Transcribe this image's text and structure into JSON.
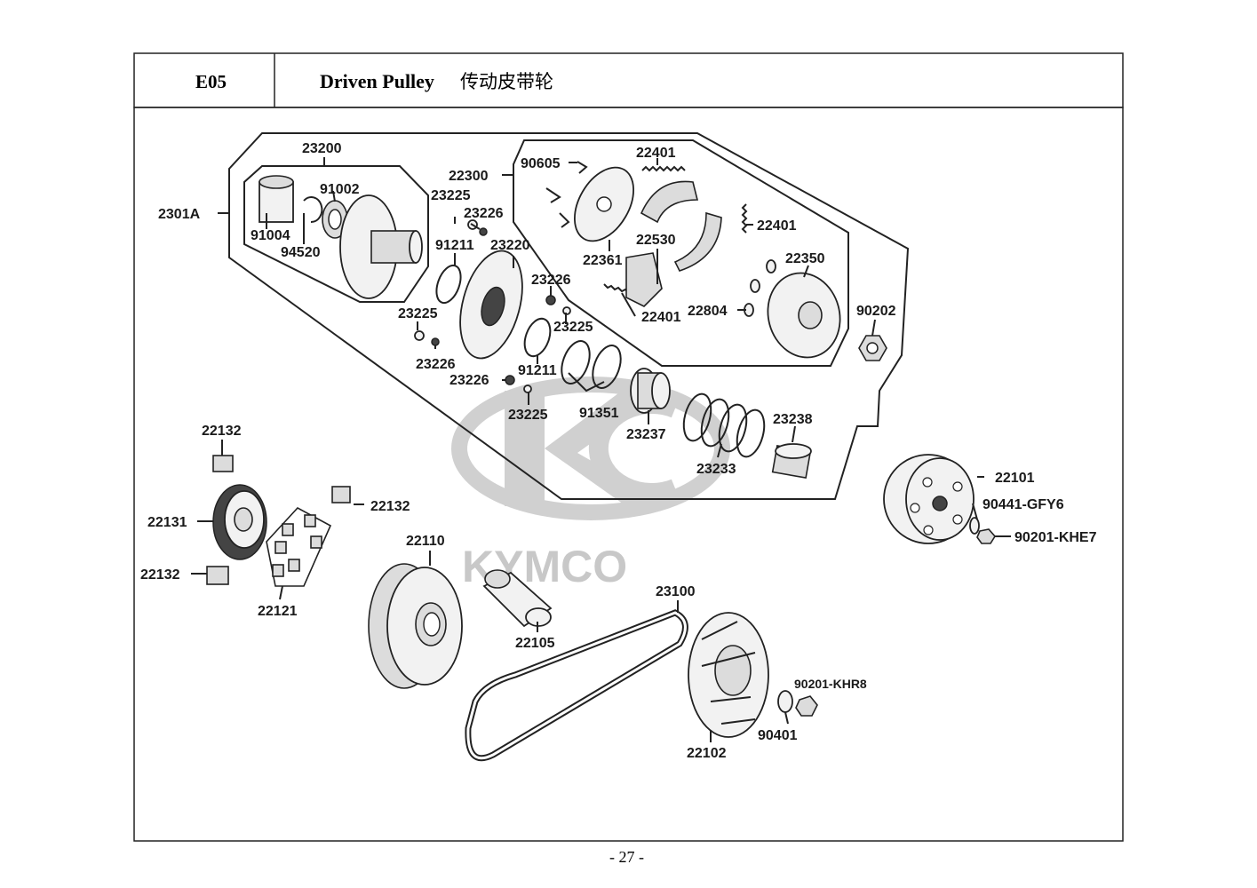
{
  "header": {
    "section_code": "E05",
    "title": "Driven Pulley",
    "title_cn": "传动皮带轮"
  },
  "watermark": {
    "brand": "KYMCO",
    "color": "#c8c8c8"
  },
  "parts": {
    "p2301A": "2301A",
    "p23200": "23200",
    "p91002": "91002",
    "p91004": "91004",
    "p94520": "94520",
    "p22300": "22300",
    "p23225a": "23225",
    "p23226a": "23226",
    "p91211a": "91211",
    "p23220": "23220",
    "p23226b": "23226",
    "p23225b": "23225",
    "p23225c": "23225",
    "p23226c": "23226",
    "p91211b": "91211",
    "p23226d": "23226",
    "p23225d": "23225",
    "p91351": "91351",
    "p90605": "90605",
    "p22401a": "22401",
    "p22361": "22361",
    "p22530": "22530",
    "p22401b": "22401",
    "p22401c": "22401",
    "p22350": "22350",
    "p22804": "22804",
    "p90202": "90202",
    "p23237": "23237",
    "p23238": "23238",
    "p23233": "23233",
    "p22101": "22101",
    "p90441": "90441-GFY6",
    "p90201khe7": "90201-KHE7",
    "p22132a": "22132",
    "p22132b": "22132",
    "p22132c": "22132",
    "p22131": "22131",
    "p22121": "22121",
    "p22110": "22110",
    "p22105": "22105",
    "p23100": "23100",
    "p90201khr8": "90201-KHR8",
    "p90401": "90401",
    "p22102": "22102"
  },
  "footer": {
    "page_number": "- 27 -"
  }
}
